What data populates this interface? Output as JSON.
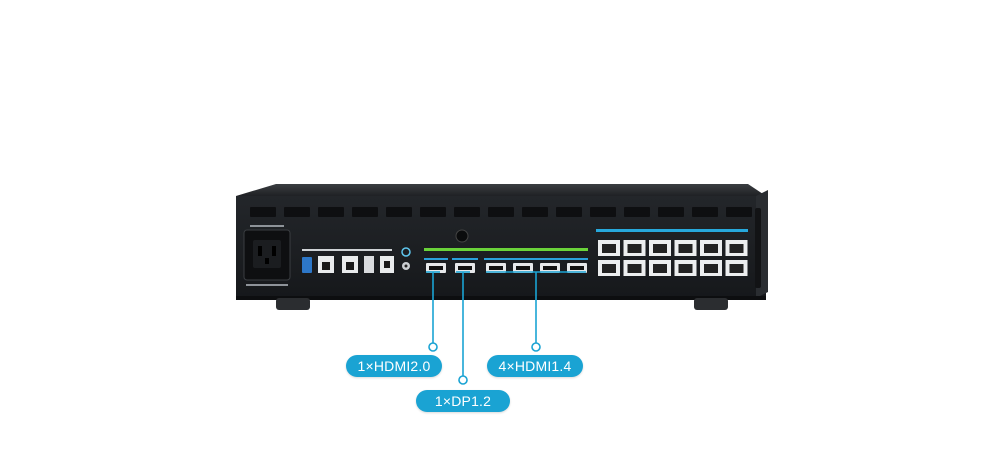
{
  "callouts": {
    "hdmi20": "1×HDMI2.0",
    "hdmi14": "4×HDMI1.4",
    "dp12": "1×DP1.2"
  },
  "colors": {
    "accent": "#1aa3d3",
    "device_body": "#1d1f22",
    "input_highlight": "#6ad33a",
    "output_highlight": "#27a8dc"
  },
  "device": {
    "ethernet_ports_count": 12,
    "hdmi_ports_count": 5,
    "dp_ports_count": 1
  }
}
